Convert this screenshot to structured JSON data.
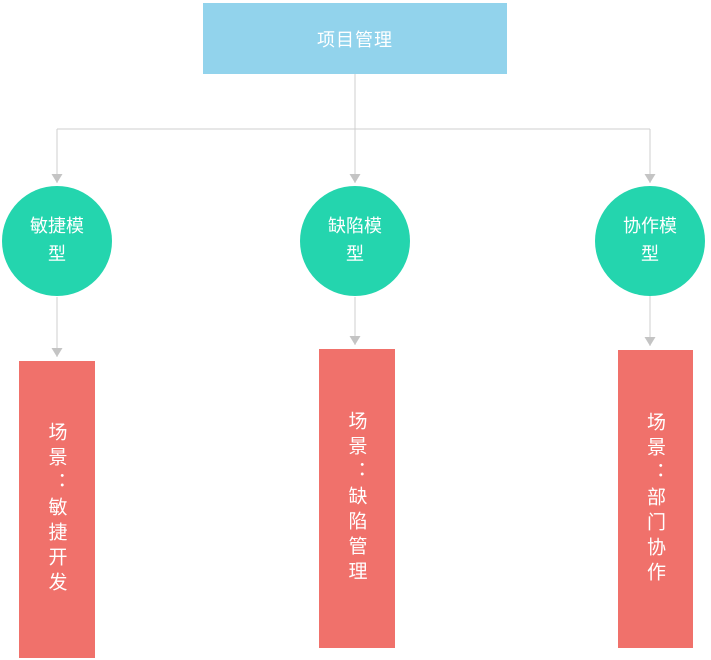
{
  "root": {
    "label": "项目管理"
  },
  "columns": [
    {
      "model_label": "敏捷模型",
      "scenario_label": "场景：敏捷开发"
    },
    {
      "model_label": "缺陷模型",
      "scenario_label": "场景：缺陷管理"
    },
    {
      "model_label": "协作模型",
      "scenario_label": "场景：部门协作"
    }
  ],
  "colors": {
    "root_fill": "#92D3EC",
    "model_fill": "#24D5AE",
    "scenario_fill": "#F0716B",
    "connector": "#CFCFCF",
    "arrowhead": "#C4C4C4",
    "text": "#FFFFFF",
    "background": "#FFFFFF"
  }
}
